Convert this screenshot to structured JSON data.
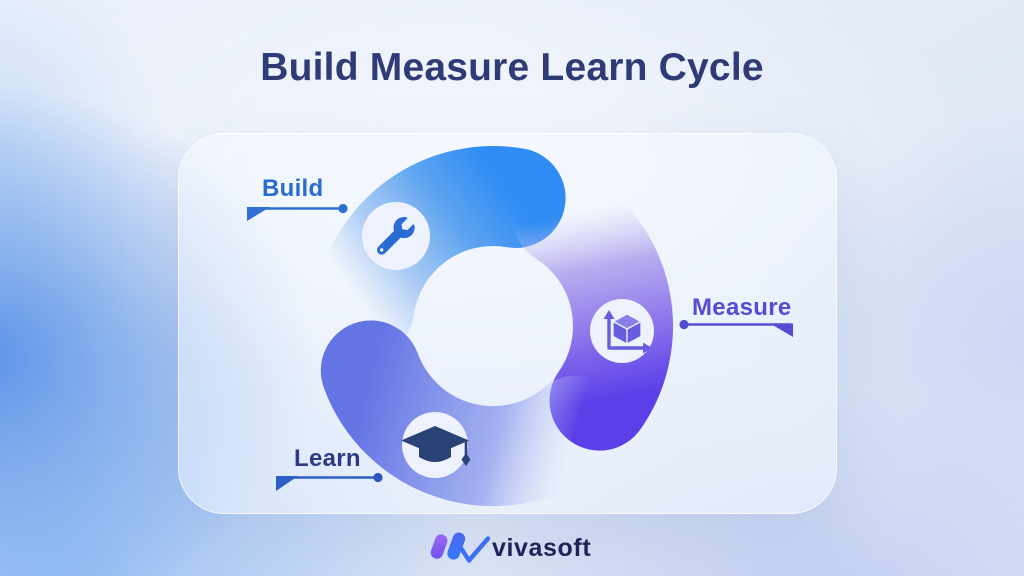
{
  "title": "Build Measure Learn Cycle",
  "diagram": {
    "type": "cycle",
    "direction": "clockwise",
    "steps": [
      {
        "label": "Build",
        "icon": "wrench-icon",
        "arc_color": "#2E8CF4",
        "label_color": "#2A6CD0"
      },
      {
        "label": "Measure",
        "icon": "cube-axes-icon",
        "arc_color": "#5C3FE8",
        "label_color": "#564CD4"
      },
      {
        "label": "Learn",
        "icon": "graduation-cap-icon",
        "arc_color": "#6574E4",
        "label_color": "#2B3C84"
      }
    ]
  },
  "logo": {
    "text": "vivasoft",
    "mark_icon": "vivasoft-w-mark-icon",
    "text_color": "#1C2558"
  },
  "colors": {
    "title": "#2F3B76",
    "background_blue_blob": "#558FE6",
    "card_glass": "rgba(246,249,255,0.5)",
    "build_arc_head": "#2E8CF4",
    "measure_arc_head": "#5C3FE8",
    "learn_arc_head": "#6574E4",
    "icon_circle": "#EDF2FC",
    "wrench": "#2B6CD3",
    "cube": "#685CE0",
    "graduation_cap": "#2B4277",
    "learn_connector": "#2E5FC6"
  }
}
